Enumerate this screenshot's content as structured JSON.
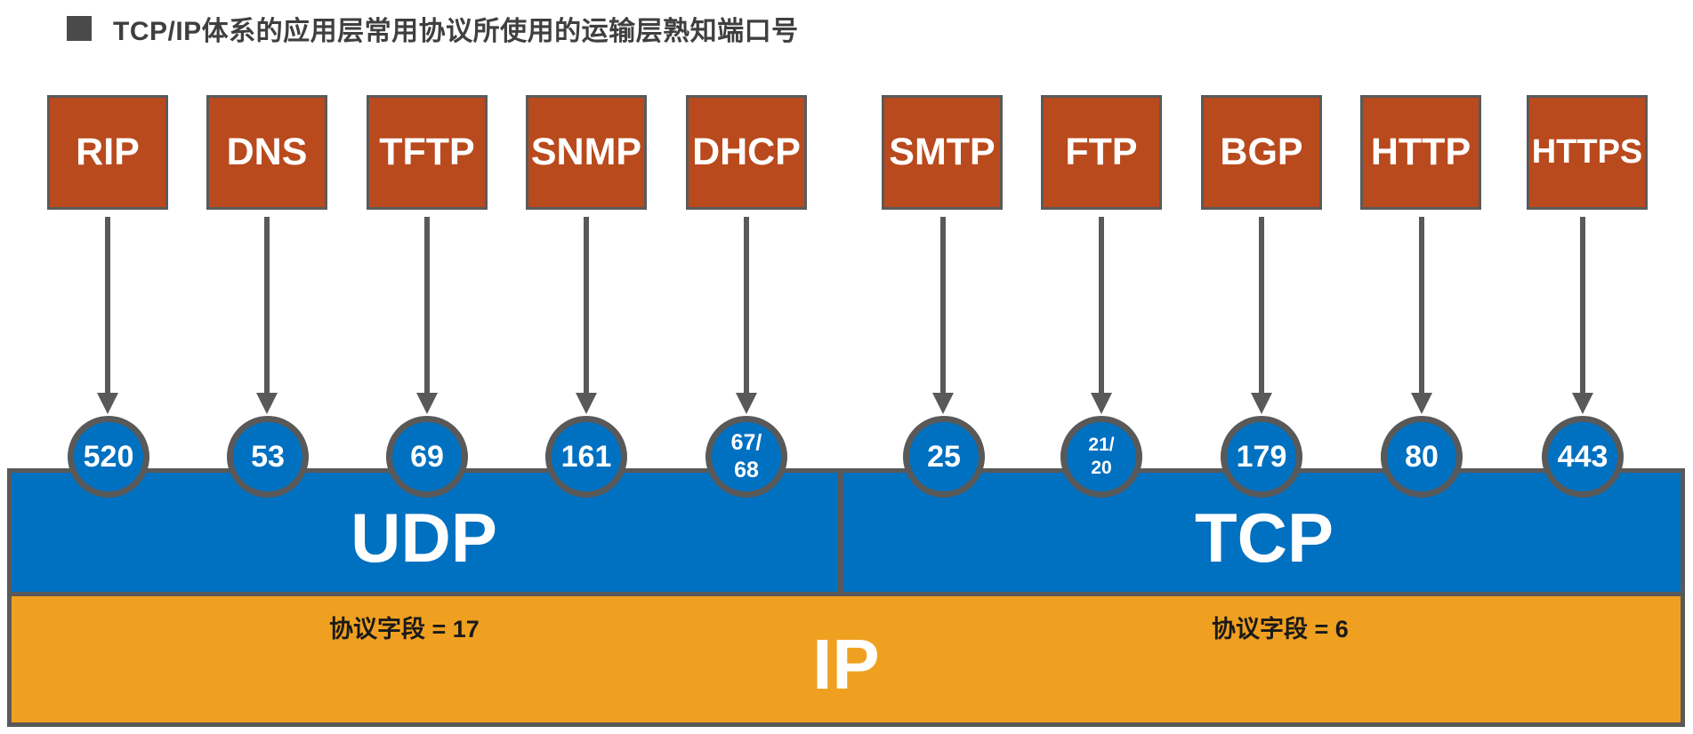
{
  "title": "TCP/IP体系的应用层常用协议所使用的运输层熟知端口号",
  "protocols": {
    "rip": {
      "name": "RIP",
      "port": "520"
    },
    "dns": {
      "name": "DNS",
      "port": "53"
    },
    "tftp": {
      "name": "TFTP",
      "port": "69"
    },
    "snmp": {
      "name": "SNMP",
      "port": "161"
    },
    "dhcp": {
      "name": "DHCP",
      "port_a": "67/",
      "port_b": "68"
    },
    "smtp": {
      "name": "SMTP",
      "port": "25"
    },
    "ftp": {
      "name": "FTP",
      "port_a": "21/",
      "port_b": "20"
    },
    "bgp": {
      "name": "BGP",
      "port": "179"
    },
    "http": {
      "name": "HTTP",
      "port": "80"
    },
    "https": {
      "name": "HTTPS",
      "port": "443"
    }
  },
  "transport": {
    "udp": {
      "label": "UDP",
      "protocol_field": "协议字段 = 17"
    },
    "tcp": {
      "label": "TCP",
      "protocol_field": "协议字段 = 6"
    }
  },
  "network": {
    "label": "IP"
  },
  "colors": {
    "application_box": "#b94a1d",
    "transport_band": "#0070c0",
    "ip_band": "#f0a020",
    "border": "#595959"
  }
}
